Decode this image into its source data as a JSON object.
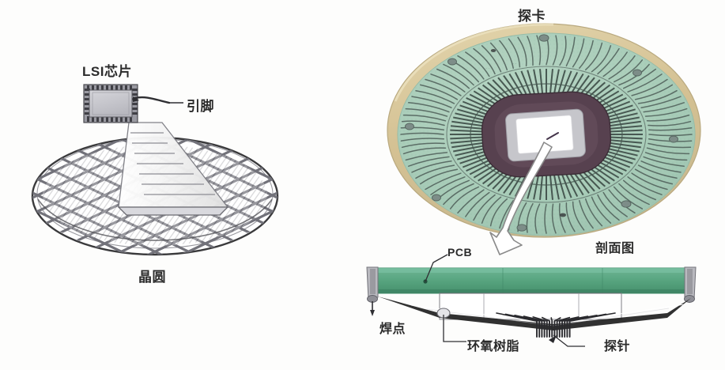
{
  "figure": {
    "title": "Wafer probing / probe card illustration",
    "background_color": "#fdfdfc"
  },
  "palette": {
    "ink": "#2b2b2b",
    "pencil_gray": "#6f6f72",
    "wafer_outline": "#3a3a3c",
    "die_gray": "#7b7b82",
    "chip_body": "#c9c9ce",
    "chip_pin": "#5a5a60",
    "card_rim_tan": "#d9c79a",
    "card_pcb_green": "#a9cdb9",
    "card_trace": "#4a5a55",
    "card_inner_purple": "#57414f",
    "card_center_white": "#ffffff",
    "card_center_silver": "#c6c6cb",
    "pcb_green": "#5aa783",
    "pcb_green_dark": "#3f8a68",
    "solder_gray": "#9a9aa0",
    "epoxy_black": "#1f1f1f",
    "needle_gray": "#4a4a4f",
    "arrow_outline": "#8a8a8a"
  },
  "left_panel": {
    "name": "wafer-and-chip-illustration",
    "chip_label": "LSI芯片",
    "pin_label": "引脚",
    "wafer_label": "晶圆",
    "chip": {
      "pin_count_per_side": 11,
      "body_color": "#c9c9ce"
    },
    "wafer": {
      "die_grid_rows": 9,
      "die_grid_cols": 9,
      "shape": "ellipse-perspective"
    }
  },
  "right_panel": {
    "name": "probe-card-illustration",
    "card_label": "探卡",
    "card": {
      "radial_trace_count": 96,
      "rim_color": "#d9c79a",
      "body_color": "#a9cdb9",
      "inner_ring_color": "#57414f",
      "center_color": "#ffffff",
      "mount_hole_count": 8
    }
  },
  "cross_section": {
    "name": "cross-section-view",
    "title": "剖面图",
    "labels": {
      "pcb": "PCB",
      "solder": "焊点",
      "epoxy": "环氧树脂",
      "probe": "探针"
    },
    "probe_needle_count": 14
  },
  "callouts": [
    {
      "id": "chip",
      "text": "LSI芯片",
      "target": "lsi-chip"
    },
    {
      "id": "pin",
      "text": "引脚",
      "target": "chip-pin"
    },
    {
      "id": "wafer",
      "text": "晶圆",
      "target": "wafer-disc"
    },
    {
      "id": "card",
      "text": "探卡",
      "target": "probe-card-disc"
    },
    {
      "id": "pcb",
      "text": "PCB",
      "target": "pcb-slab"
    },
    {
      "id": "solder",
      "text": "焊点",
      "target": "solder-joint"
    },
    {
      "id": "epoxy",
      "text": "环氧树脂",
      "target": "epoxy-blob"
    },
    {
      "id": "probe",
      "text": "探针",
      "target": "probe-needles"
    },
    {
      "id": "xsec",
      "text": "剖面图",
      "target": "cross-section-view"
    }
  ]
}
